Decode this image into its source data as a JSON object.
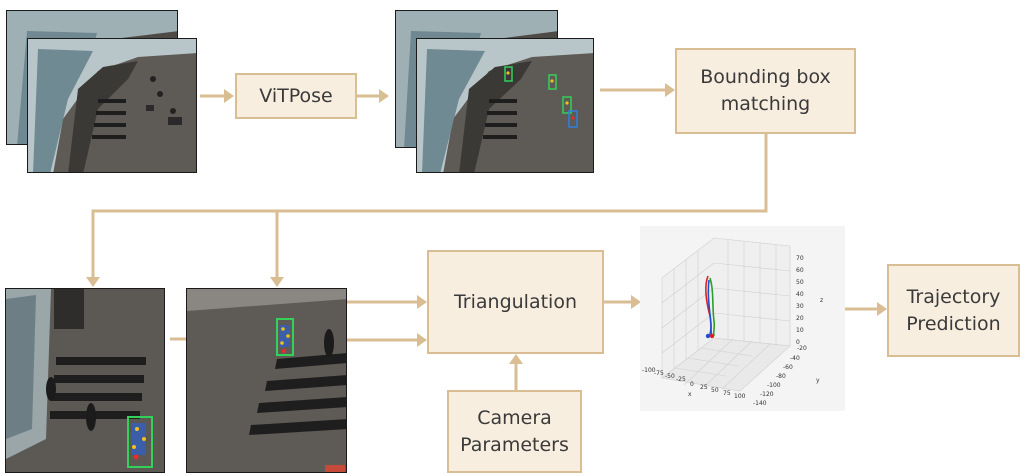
{
  "diagram": {
    "nodes": {
      "vitpose": "ViTPose",
      "bbox_matching_line1": "Bounding box",
      "bbox_matching_line2": "matching",
      "triangulation": "Triangulation",
      "camera_params_line1": "Camera",
      "camera_params_line2": "Parameters",
      "trajectory_line1": "Trajectory",
      "trajectory_line2": "Prediction"
    },
    "plot_3d": {
      "x_axis_label": "x",
      "y_axis_label": "y",
      "z_axis_label": "z",
      "x_ticks": [
        "-100",
        "-75",
        "-50",
        "-25",
        "0",
        "25",
        "50",
        "75",
        "100"
      ],
      "y_ticks": [
        "-20",
        "-40",
        "-60",
        "-80",
        "-100",
        "-120",
        "-140"
      ],
      "z_ticks": [
        "0",
        "10",
        "20",
        "30",
        "40",
        "50",
        "60",
        "70"
      ]
    },
    "colors": {
      "box_fill": "#f8eee0",
      "box_border": "#d9be93",
      "arrow": "#d9be93",
      "floor": "#5e5a56"
    }
  }
}
